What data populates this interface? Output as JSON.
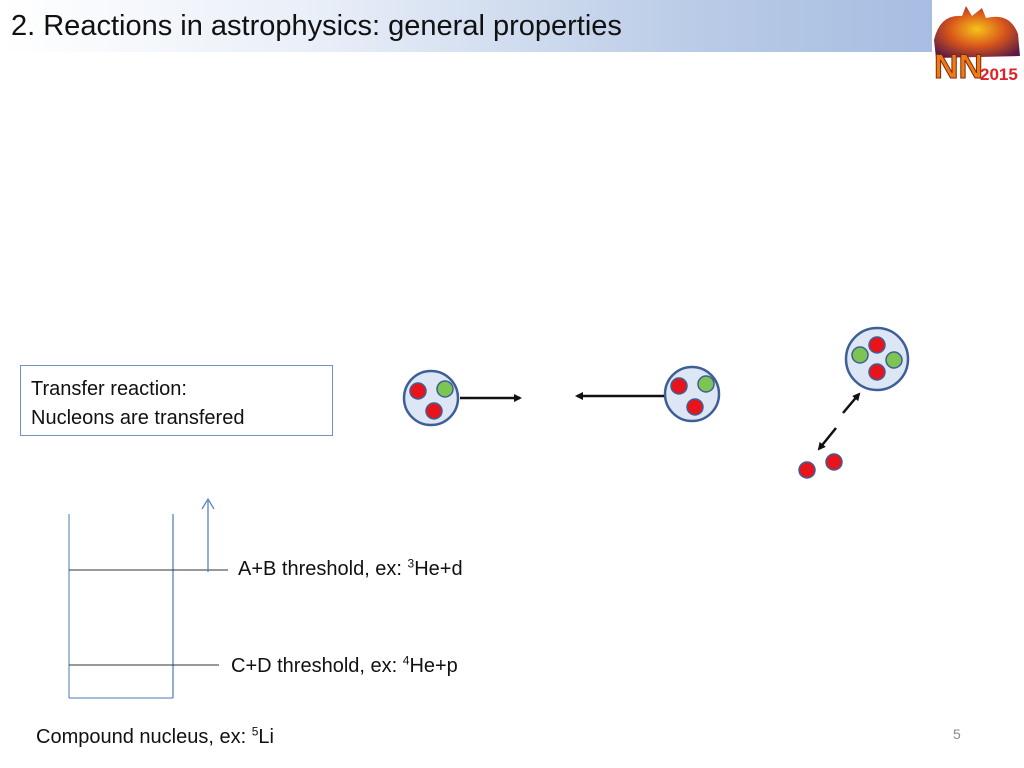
{
  "slide": {
    "title": "2. Reactions in astrophysics: general properties",
    "logo_text": {
      "letters": "NN",
      "year": "2015"
    },
    "page_number": "5"
  },
  "transfer_box": {
    "line1": "Transfer reaction:",
    "line2": "Nucleons are transfered"
  },
  "levels": {
    "ab": {
      "text": "A+B threshold, ex: ",
      "mass": "3",
      "nucleus": "He+d"
    },
    "cd": {
      "text": "C+D threshold, ex: ",
      "mass": "4",
      "nucleus": "He+p"
    },
    "compound": {
      "text": "Compound nucleus, ex: ",
      "mass": "5",
      "nucleus": "Li"
    }
  },
  "colors": {
    "nucleus_fill": "#dde6f4",
    "nucleus_stroke": "#3e5f96",
    "proton": "#e8141c",
    "neutron": "#7dc452",
    "line": "#4a78b8"
  }
}
